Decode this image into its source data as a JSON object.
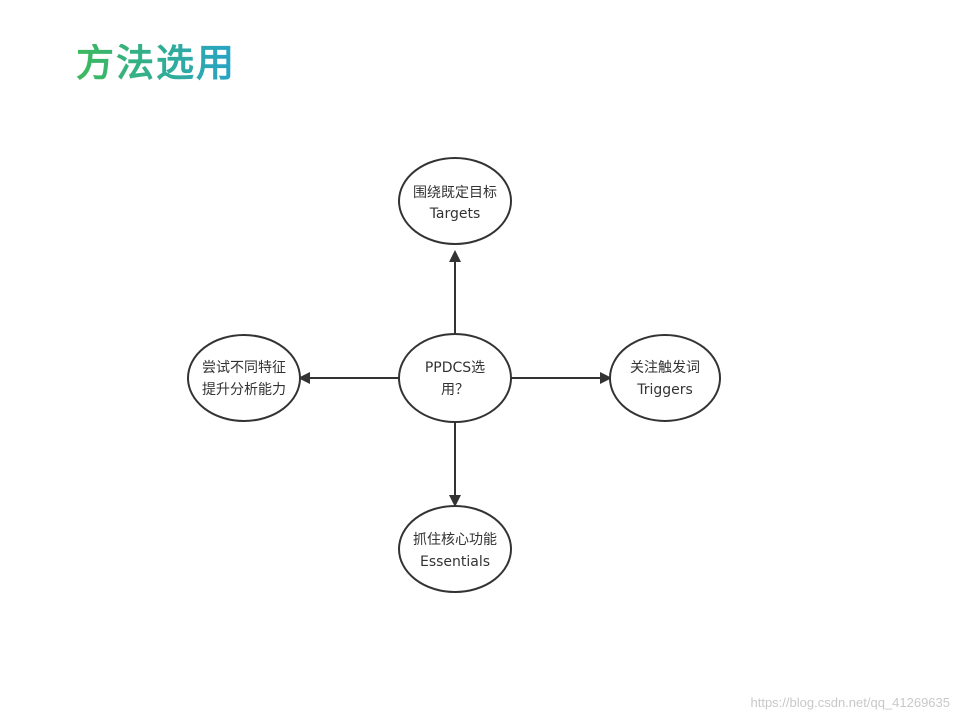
{
  "title": "方法选用",
  "diagram": {
    "center": {
      "lines": [
        "PPDCS选",
        "用？"
      ]
    },
    "top": {
      "lines": [
        "围绕既定目标",
        "Targets"
      ]
    },
    "right": {
      "lines": [
        "关注触发词",
        "Triggers"
      ]
    },
    "bottom": {
      "lines": [
        "抓住核心功能",
        "Essentials"
      ]
    },
    "left": {
      "lines": [
        "尝试不同特征",
        "提升分析能力"
      ]
    }
  },
  "colors": {
    "title_gradient_start": "#3db95a",
    "title_gradient_end": "#27a3c9",
    "node_stroke": "#333333",
    "edge": "#333333"
  },
  "watermark": "https://blog.csdn.net/qq_41269635"
}
